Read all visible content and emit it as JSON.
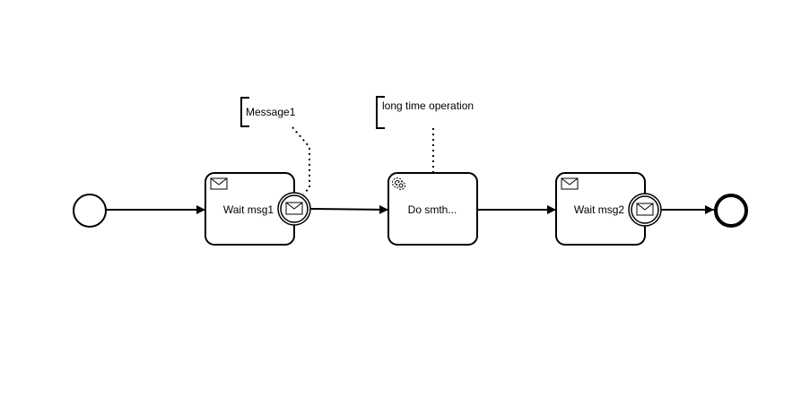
{
  "diagram": {
    "type": "bpmn-process",
    "tasks": [
      {
        "id": "wait_msg1",
        "label": "Wait msg1",
        "marker": "envelope-icon",
        "boundary_event": "message"
      },
      {
        "id": "do_smth",
        "label": "Do smth...",
        "marker": "gear-icon"
      },
      {
        "id": "wait_msg2",
        "label": "Wait msg2",
        "marker": "envelope-icon",
        "boundary_event": "message"
      }
    ],
    "annotations": [
      {
        "id": "ann_message1",
        "text": "Message1"
      },
      {
        "id": "ann_long_op",
        "text": "long time operation"
      }
    ],
    "events": [
      {
        "id": "start",
        "kind": "start-event"
      },
      {
        "id": "end",
        "kind": "end-event"
      }
    ],
    "colors": {
      "stroke": "#000000",
      "fill": "#ffffff"
    }
  }
}
